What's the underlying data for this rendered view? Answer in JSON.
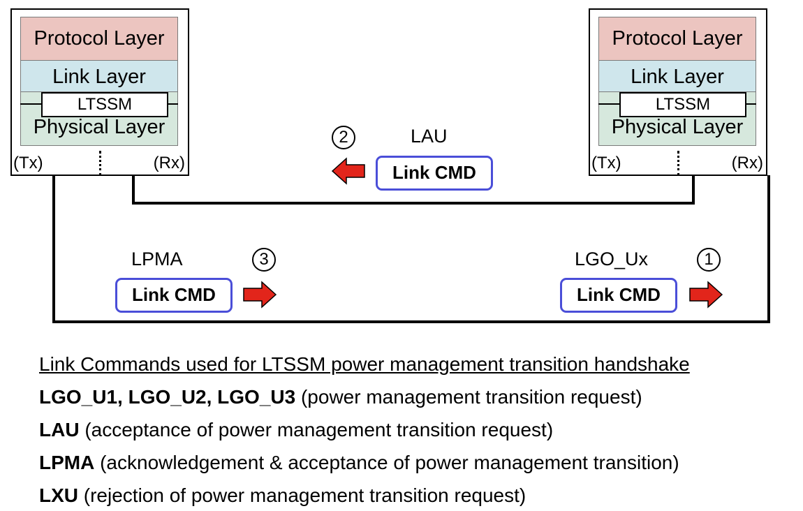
{
  "stacks": {
    "left": {
      "protocol": "Protocol Layer",
      "link": "Link Layer",
      "ltssm": "LTSSM",
      "physical": "Physical Layer",
      "tx": "(Tx)",
      "rx": "(Rx)"
    },
    "right": {
      "protocol": "Protocol Layer",
      "link": "Link Layer",
      "ltssm": "LTSSM",
      "physical": "Physical Layer",
      "tx": "(Tx)",
      "rx": "(Rx)"
    }
  },
  "commands": {
    "lau": {
      "step": "2",
      "name": "LAU",
      "box": "Link CMD",
      "direction": "left"
    },
    "lpma": {
      "step": "3",
      "name": "LPMA",
      "box": "Link CMD",
      "direction": "right"
    },
    "lgo": {
      "step": "1",
      "name": "LGO_Ux",
      "box": "Link CMD",
      "direction": "right"
    }
  },
  "colors": {
    "protocol_layer": "#ecc5c0",
    "link_layer": "#cfe6ec",
    "physical_layer": "#d6e8dd",
    "cmd_border": "#4a4ed8",
    "arrow_fill": "#e2251b"
  },
  "legend": {
    "title": "Link Commands used for LTSSM power management transition handshake",
    "rows": [
      {
        "term": "LGO_U1, LGO_U2, LGO_U3",
        "desc": " (power management transition request)"
      },
      {
        "term": "LAU",
        "desc": " (acceptance of power management transition request)"
      },
      {
        "term": "LPMA",
        "desc": " (acknowledgement & acceptance of power management transition)"
      },
      {
        "term": "LXU",
        "desc": " (rejection of power management transition request)"
      }
    ]
  }
}
